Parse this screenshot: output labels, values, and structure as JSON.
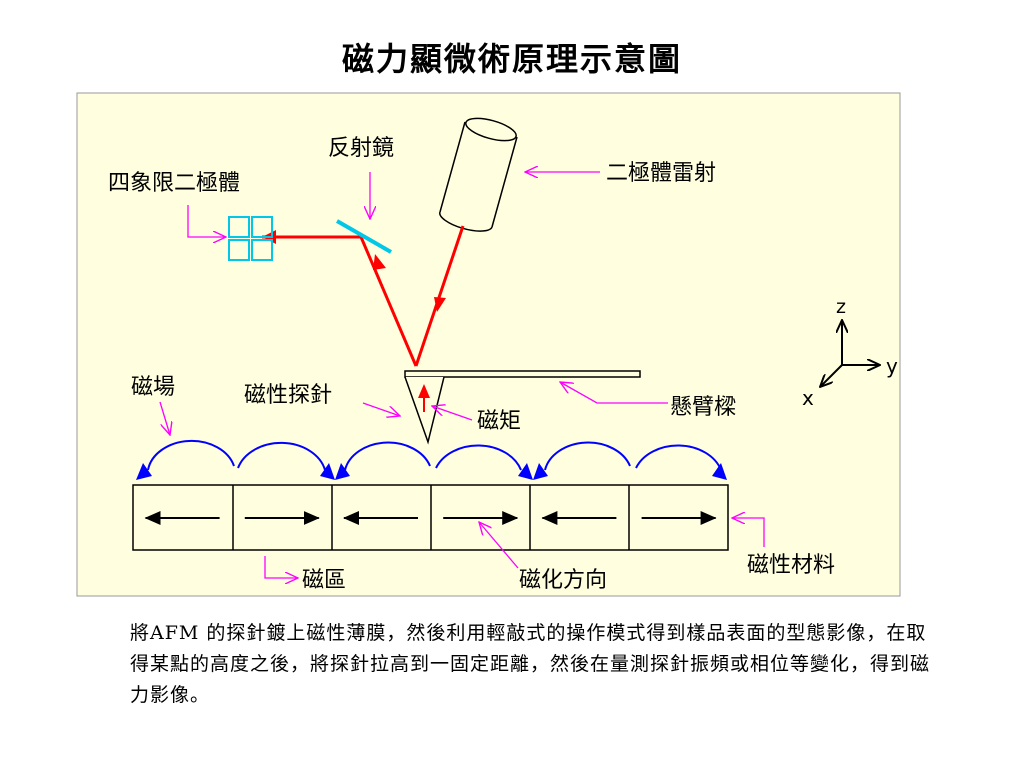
{
  "title": "磁力顯微術原理示意圖",
  "labels": {
    "quadrant_photodiode": "四象限二極體",
    "mirror": "反射鏡",
    "laser_diode": "二極體雷射",
    "magnetic_field": "磁場",
    "magnetic_tip": "磁性探針",
    "magnetic_moment": "磁矩",
    "cantilever": "懸臂樑",
    "magnetic_domain": "磁區",
    "magnetization_direction": "磁化方向",
    "magnetic_material": "磁性材料",
    "axis_z": "z",
    "axis_y": "y",
    "axis_x": "x"
  },
  "domains": [
    "left",
    "right",
    "left",
    "right",
    "left",
    "right"
  ],
  "colors": {
    "panel_bg": "#ffffe0",
    "laser_beam": "#ff0000",
    "callout": "#ff00ff",
    "field_line": "#0000ff",
    "photodiode": "#00c8e6"
  },
  "description": "將AFM 的探針鍍上磁性薄膜，然後利用輕敲式的操作模式得到樣品表面的型態影像，在取得某點的高度之後，將探針拉高到一固定距離，然後在量測探針振頻或相位等變化，得到磁力影像。"
}
